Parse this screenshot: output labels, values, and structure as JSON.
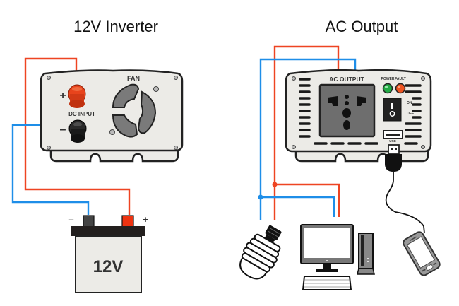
{
  "titles": {
    "left": "12V Inverter",
    "right": "AC Output"
  },
  "dc_inverter": {
    "fan_label": "FAN",
    "input_label": "DC INPUT",
    "plus_sign": "+",
    "minus_sign": "–"
  },
  "battery": {
    "label": "12V",
    "plus_sign": "+",
    "minus_sign": "–"
  },
  "ac_inverter": {
    "output_label": "AC OUTPUT",
    "power_label": "POWER",
    "fault_label": "FAULT",
    "on_label": "ON",
    "off_label": "OFF",
    "usb_label": "USB"
  },
  "colors": {
    "positive_wire": "#ee4422",
    "negative_wire": "#1e8ee8",
    "power_led": "#22aa44",
    "fault_led": "#ee5522"
  },
  "devices": [
    "light-bulb",
    "desktop-computer",
    "smartphone"
  ]
}
